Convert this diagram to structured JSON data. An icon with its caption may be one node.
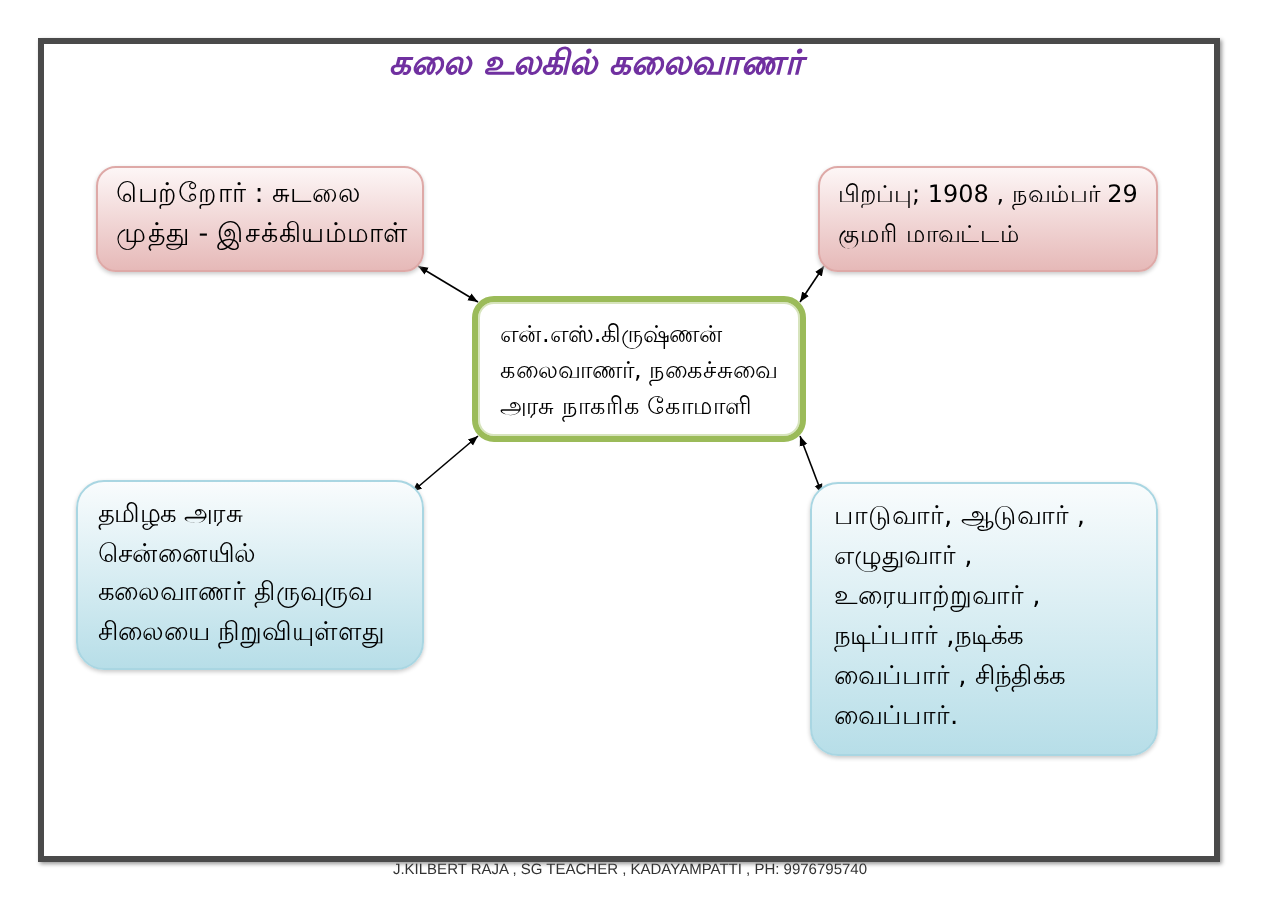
{
  "diagram": {
    "title": "கலை உலகில் கலைவாணர்",
    "nodes": [
      {
        "text": [
          "பெற்றோர் : சுடலை முத்து - இசக்கியம்மாள்"
        ]
      },
      {
        "text": [
          "பிறப்பு; 1908 , நவம்பர் 29 குமரி மாவட்டம்"
        ]
      },
      {
        "text": [
          "என்.எஸ்.கிருஷ்ணன் கலைவாணர், நகைச்சுவை அரசு நாகரிக கோமாளி"
        ]
      },
      {
        "text": [
          "தமிழக அரசு சென்னையில் கலைவாணர் திருவுருவ சிலையை நிறுவியுள்ளது"
        ]
      },
      {
        "text": [
          "பாடுவார், ஆடுவார் , எழுதுவார் , உரையாற்றுவார் , நடிப்பார் ,நடிக்க வைப்பார் , சிந்திக்க வைப்பார்."
        ]
      }
    ],
    "edges": [
      {
        "from": 2,
        "to": 0,
        "arrow": "both"
      },
      {
        "from": 2,
        "to": 1,
        "arrow": "both"
      },
      {
        "from": 2,
        "to": 3,
        "arrow": "both"
      },
      {
        "from": 2,
        "to": 4,
        "arrow": "both"
      }
    ],
    "labels": [
      "J.KILBERT RAJA , SG TEACHER , KADAYAMPATTI , PH: 9976795740"
    ]
  }
}
